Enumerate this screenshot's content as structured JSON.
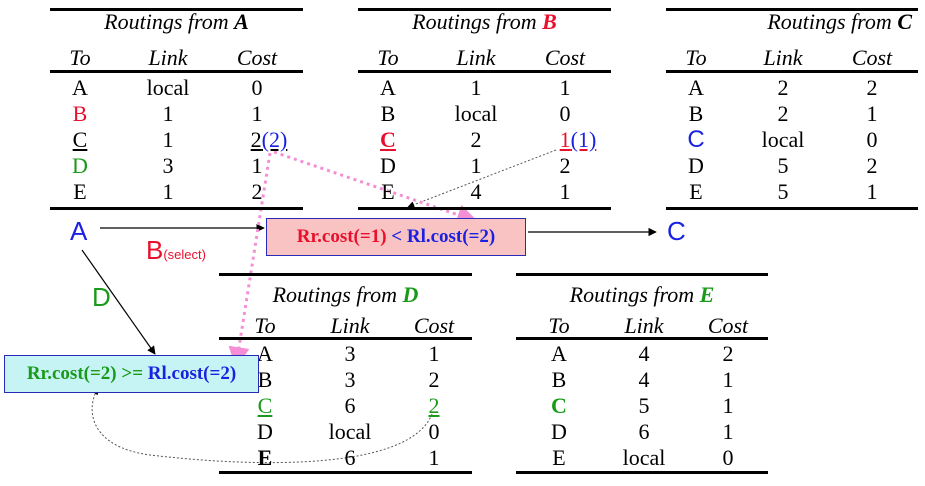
{
  "colors": {
    "red": "#e8112d",
    "blue": "#1a22e0",
    "green": "#1a9a1a",
    "pink_box_fill": "#f9c3c3",
    "cyan_box_fill": "#c6f4f4",
    "pink_dotted": "#f48fd6"
  },
  "tables": [
    {
      "id": "a",
      "title_prefix": "Routings from ",
      "title_node": "A",
      "title_node_color": "#000000",
      "headers": [
        "To",
        "Link",
        "Cost"
      ],
      "rows": [
        [
          "A",
          "local",
          "0"
        ],
        [
          "B",
          "1",
          "1"
        ],
        [
          "C",
          "1",
          "2(2)"
        ],
        [
          "D",
          "3",
          "1"
        ],
        [
          "E",
          "1",
          "2"
        ]
      ]
    },
    {
      "id": "b",
      "title_prefix": "Routings from ",
      "title_node": "B",
      "title_node_color": "#e8112d",
      "headers": [
        "To",
        "Link",
        "Cost"
      ],
      "rows": [
        [
          "A",
          "1",
          "1"
        ],
        [
          "B",
          "local",
          "0"
        ],
        [
          "C",
          "2",
          "1(1)"
        ],
        [
          "D",
          "1",
          "2"
        ],
        [
          "E",
          "4",
          "1"
        ]
      ]
    },
    {
      "id": "c",
      "title_prefix": "Routings from ",
      "title_node": "C",
      "title_node_color": "#000000",
      "headers": [
        "To",
        "Link",
        "Cost"
      ],
      "rows": [
        [
          "A",
          "2",
          "2"
        ],
        [
          "B",
          "2",
          "1"
        ],
        [
          "C",
          "local",
          "0"
        ],
        [
          "D",
          "5",
          "2"
        ],
        [
          "E",
          "5",
          "1"
        ]
      ]
    },
    {
      "id": "d",
      "title_prefix": "Routings from ",
      "title_node": "D",
      "title_node_color": "#1a9a1a",
      "headers": [
        "To",
        "Link",
        "Cost"
      ],
      "rows": [
        [
          "A",
          "3",
          "1"
        ],
        [
          "B",
          "3",
          "2"
        ],
        [
          "C",
          "6",
          "2"
        ],
        [
          "D",
          "local",
          "0"
        ],
        [
          "E",
          "6",
          "1"
        ]
      ]
    },
    {
      "id": "e",
      "title_prefix": "Routings from ",
      "title_node": "E",
      "title_node_color": "#1a9a1a",
      "headers": [
        "To",
        "Link",
        "Cost"
      ],
      "rows": [
        [
          "A",
          "4",
          "2"
        ],
        [
          "B",
          "4",
          "1"
        ],
        [
          "C",
          "5",
          "1"
        ],
        [
          "D",
          "6",
          "1"
        ],
        [
          "E",
          "local",
          "0"
        ]
      ]
    }
  ],
  "nodes": {
    "a": "A",
    "c": "C",
    "b_label": "B",
    "b_note": "(select)",
    "d_label": "D"
  },
  "boxes": {
    "pink": {
      "left": "Rr.cost(=1)",
      "op": " < ",
      "right": "Rl.cost(=2)"
    },
    "cyan": {
      "left": "Rr.cost(=2)",
      "op": " >= ",
      "right": "Rl.cost(=2)"
    }
  }
}
